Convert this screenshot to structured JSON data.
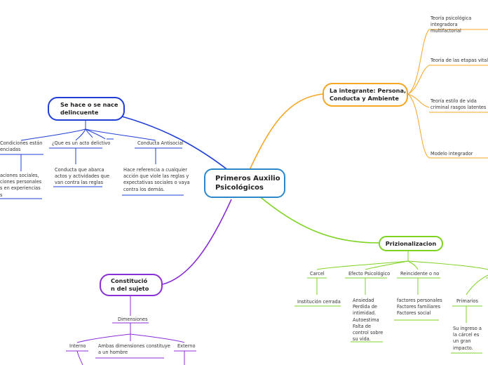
{
  "colors": {
    "center_border": "#2c87c9",
    "blue": "#1f3fd6",
    "orange": "#f5a623",
    "green": "#7ed321",
    "purple": "#8b2fd6"
  },
  "center": {
    "title": "Primeros Auxilio\nPsicológicos"
  },
  "blue": {
    "main": "Se hace o se nace\ndelincuente",
    "children": [
      {
        "label": "Condiciones están\nenciadas",
        "detail": "aciones sociales,\nciones personales\ns en experiencias\ns"
      },
      {
        "label": "¿Que es un acto delictivo",
        "detail": "Conducta que abarca\nactos y actividades que\nvan contra las reglas"
      },
      {
        "label": "Conducta Antisocial",
        "detail": "Hace referencia a cualquier\nacción que viole las reglas y\nexpectativas sociales o vaya\ncontra los demás."
      }
    ]
  },
  "orange": {
    "main": "La integrante: Persona,\nConducta y Ambiente",
    "children": [
      "Teoría psicológica\nintegradora multifactorial",
      "Teoria de las etapas vitales",
      "Teoría estilo de vida\ncriminal rasgos latentes",
      "Modelo integrador"
    ]
  },
  "green": {
    "main": "Prizionalizacion",
    "children": [
      {
        "label": "Carcel",
        "detail": "Institución cerrada"
      },
      {
        "label": "Efecto Psicológico",
        "detail": "Ansiedad\nPerdida de\nintimidad.\nAutoestima\nFalta de\ncontrol sobre\nsu vida."
      },
      {
        "label": "Reincidente o no",
        "detail": "factores personales\nFactores familiares\nFactores social"
      },
      {
        "label": "Primarios",
        "detail": "Su ingreso a\nla cárcel es\nun gran\nimpacto."
      }
    ]
  },
  "purple": {
    "main": "Constitució\nn del sujeto",
    "dimensiones": "Dimensiones",
    "children": [
      "Interno",
      "Ambas dimensiones constituye\na un hombre",
      "Externo"
    ]
  }
}
